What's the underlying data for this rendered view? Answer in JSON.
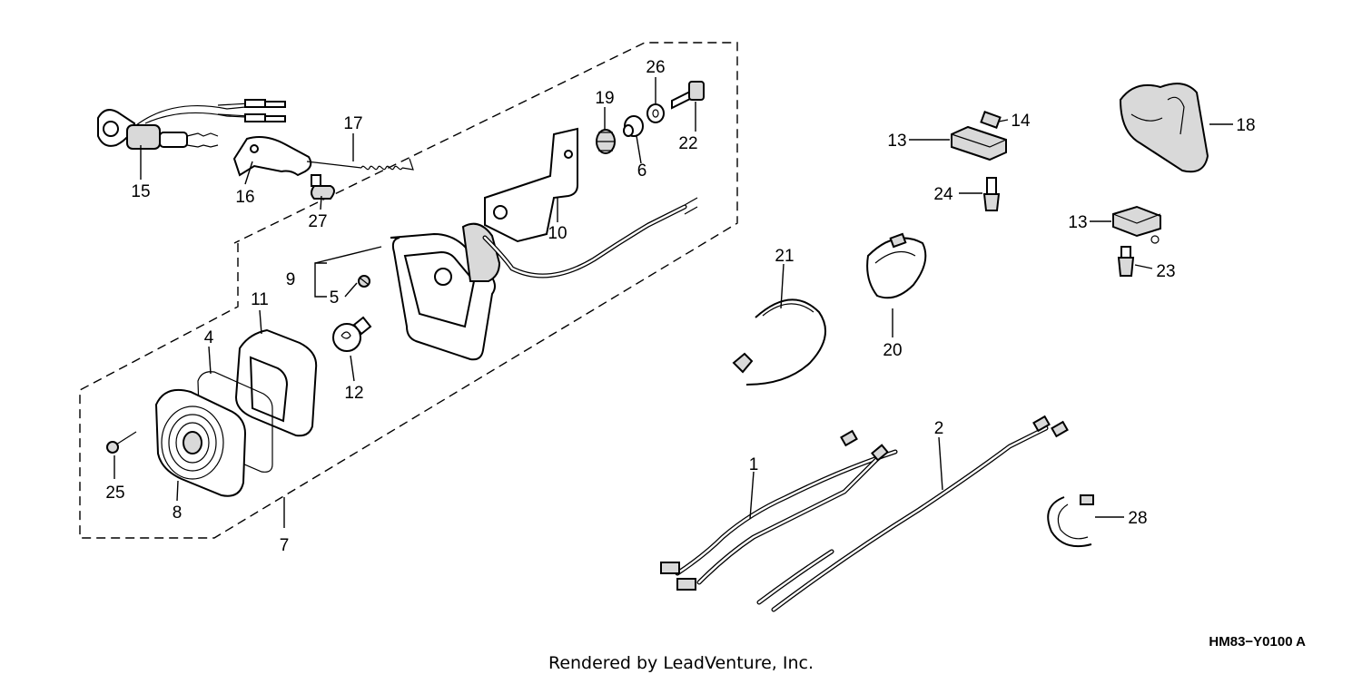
{
  "diagram": {
    "labels": {
      "l1": "1",
      "l2": "2",
      "l4": "4",
      "l5": "5",
      "l6": "6",
      "l7": "7",
      "l8": "8",
      "l9": "9",
      "l10": "10",
      "l11": "11",
      "l12": "12",
      "l13a": "13",
      "l13b": "13",
      "l14": "14",
      "l15": "15",
      "l16": "16",
      "l17": "17",
      "l18": "18",
      "l19": "19",
      "l20": "20",
      "l21": "21",
      "l22": "22",
      "l23": "23",
      "l24": "24",
      "l25": "25",
      "l26": "26",
      "l27": "27",
      "l28": "28"
    },
    "drawing_code": "HM83−Y0100 A",
    "footer": "Rendered by LeadVenture, Inc."
  }
}
